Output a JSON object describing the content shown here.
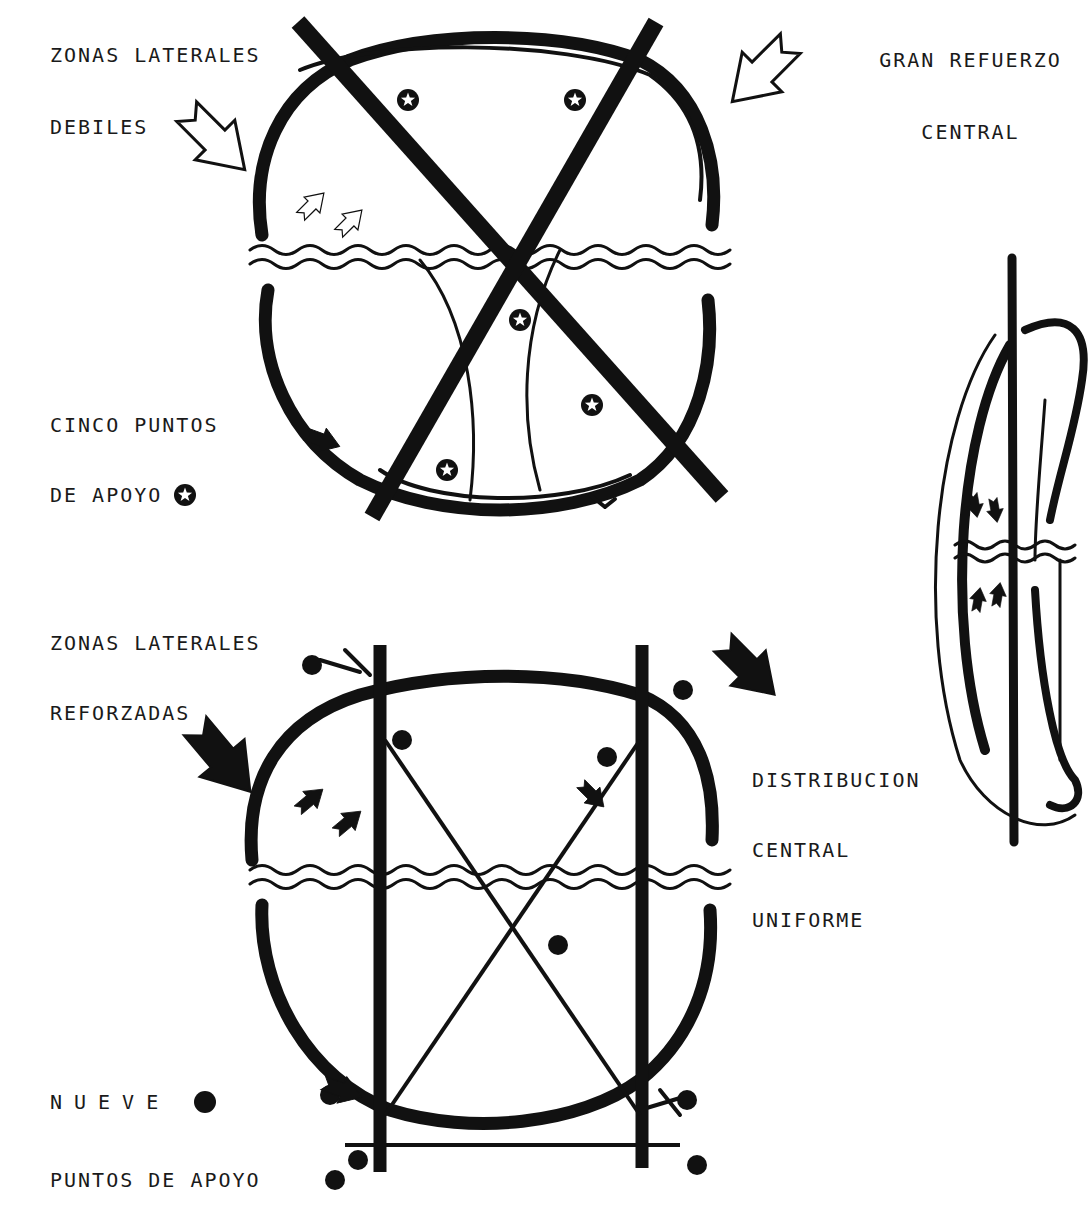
{
  "diagram": {
    "labels": [
      "ZONAS LATERALES DEBILES",
      "GRAN REFUERZO CENTRAL",
      "CINCO PUNTOS DE APOYO",
      "ZONAS LATERALES REFORZADAS",
      "DISTRIBUCION CENTRAL UNIFORME",
      "NUEVE",
      "PUNTOS DE APOYO"
    ]
  }
}
